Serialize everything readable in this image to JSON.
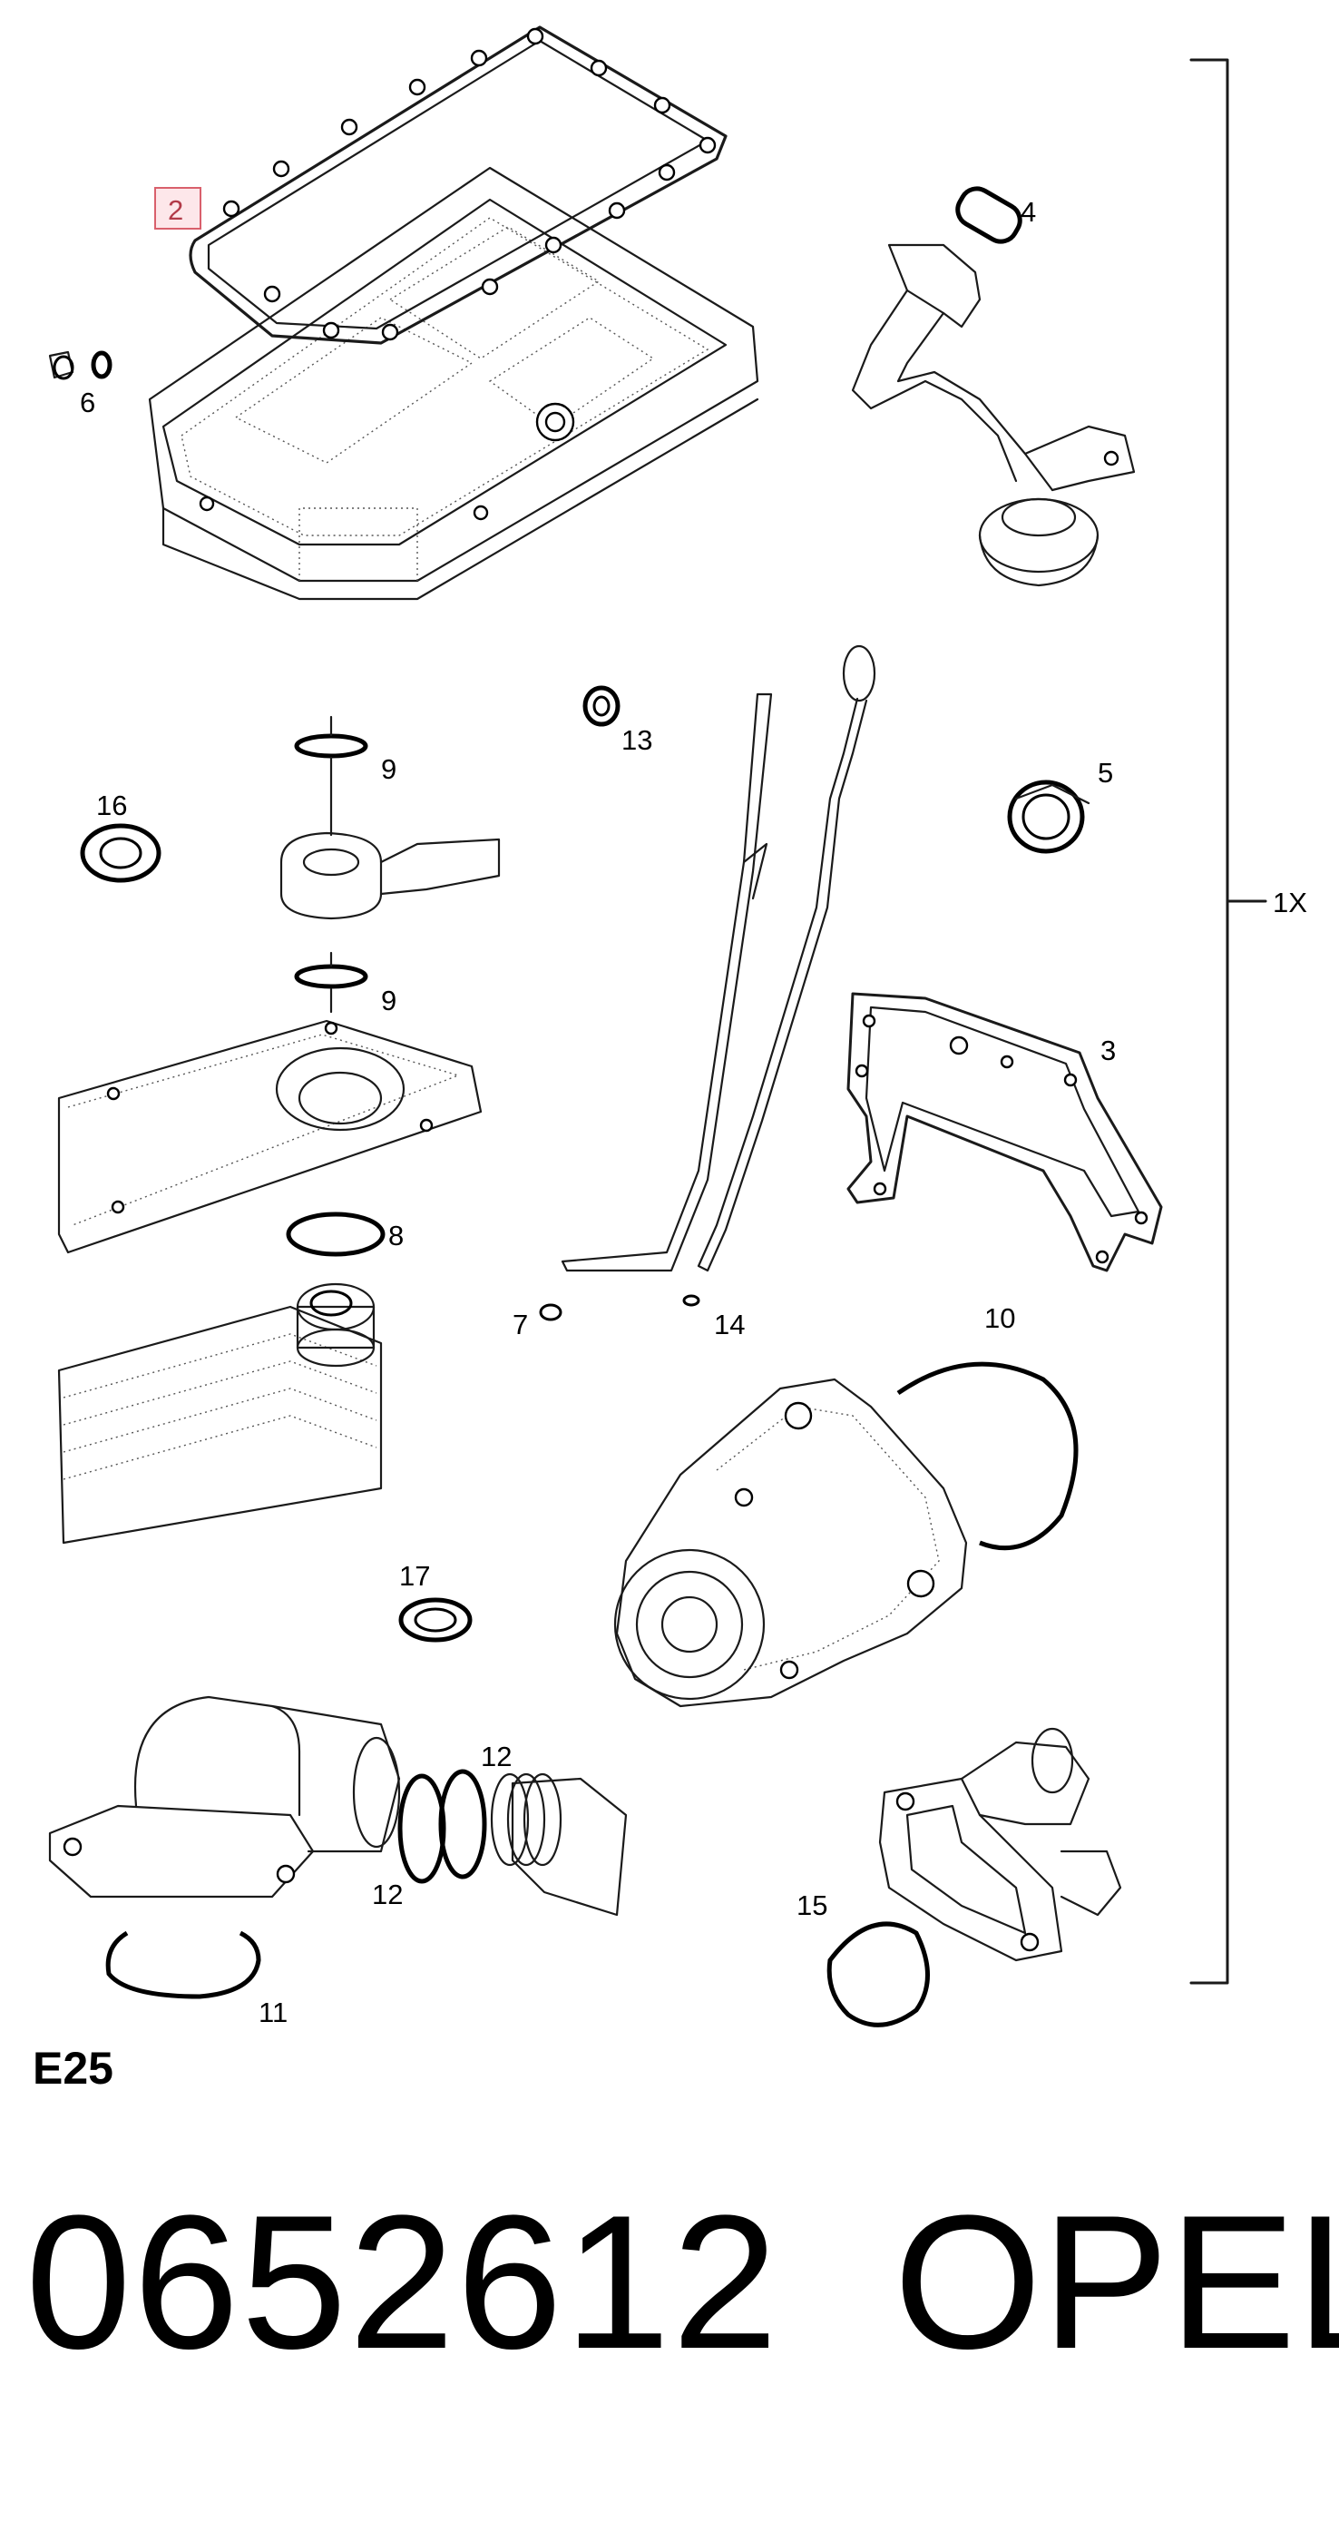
{
  "labels": {
    "p2": "2",
    "p3": "3",
    "p4": "4",
    "p5": "5",
    "p6": "6",
    "p7": "7",
    "p8": "8",
    "p9a": "9",
    "p9b": "9",
    "p10": "10",
    "p11": "11",
    "p12a": "12",
    "p12b": "12",
    "p13": "13",
    "p14": "14",
    "p15": "15",
    "p16": "16",
    "p17": "17"
  },
  "bracket_label": "1X",
  "diagram_code": "E25",
  "part_number": "0652612",
  "brand": "OPEL",
  "highlight_color": "#d9606c"
}
